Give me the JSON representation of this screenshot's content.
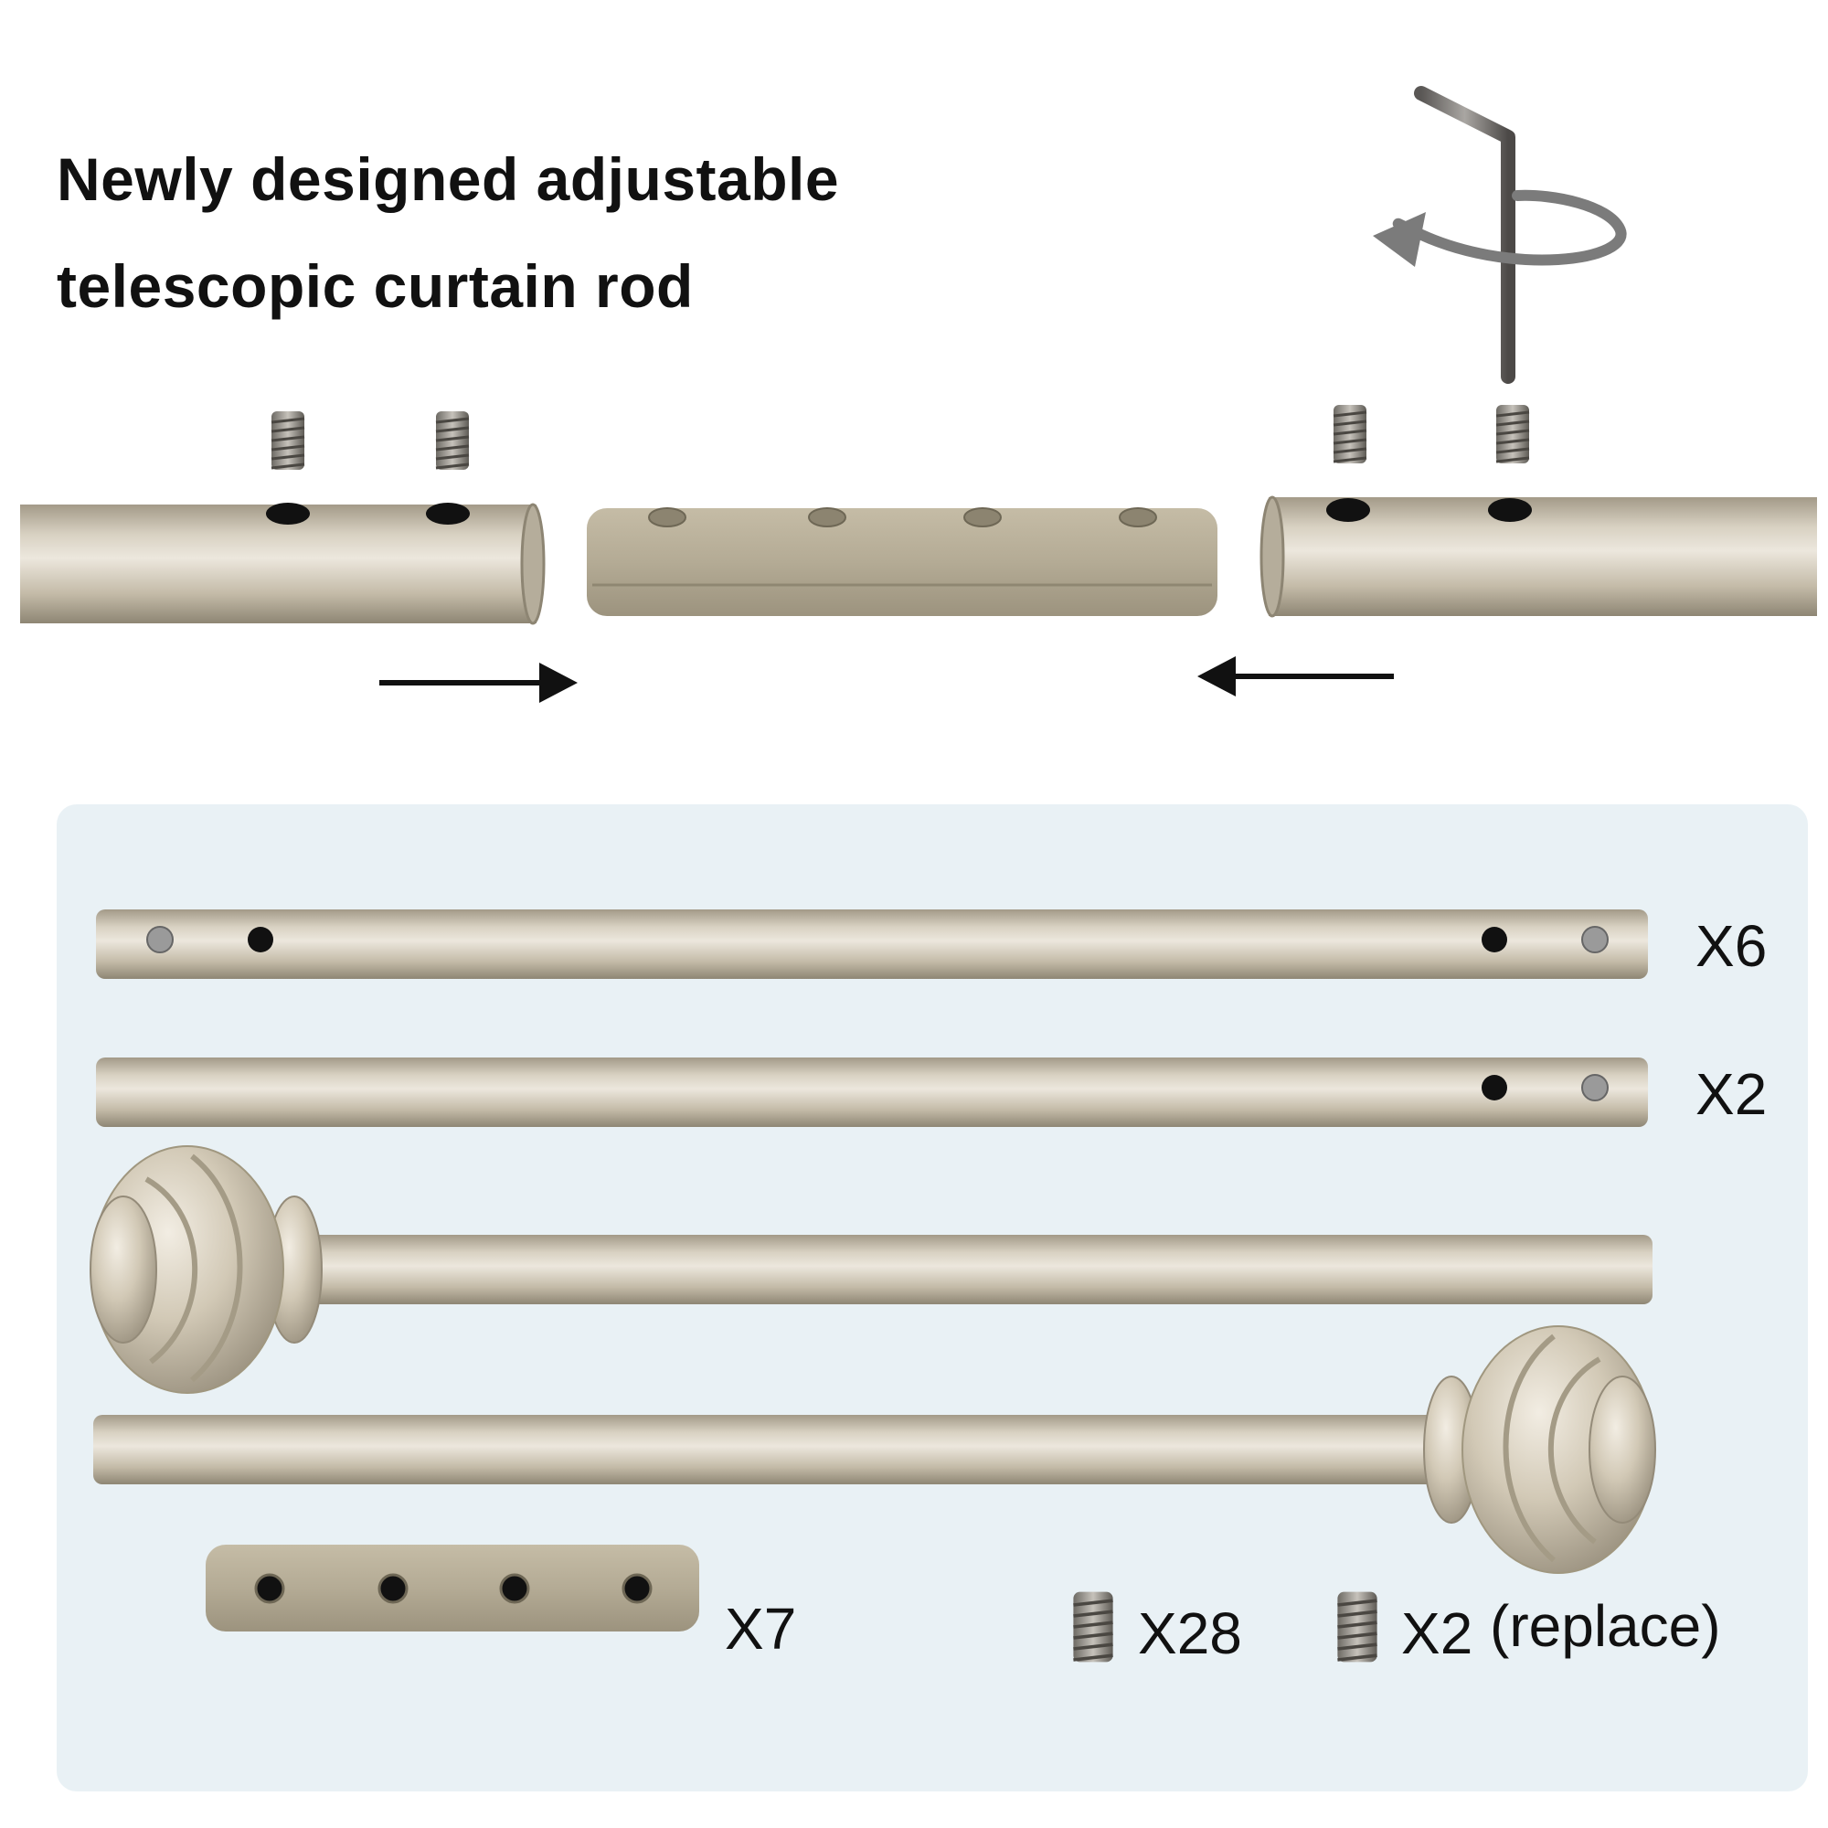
{
  "headline": {
    "line1": "Newly designed adjustable",
    "line2": "telescopic curtain rod"
  },
  "parts": {
    "long_tube_qty": "X6",
    "short_tube_qty": "X2",
    "connector_qty": "X7",
    "screw_qty": "X28",
    "spare_screw_qty": "X2",
    "spare_screw_note": "(replace)"
  },
  "colors": {
    "metal": "#cfc6b4",
    "connector": "#b3aa94",
    "panel": "#e9f1f5"
  }
}
